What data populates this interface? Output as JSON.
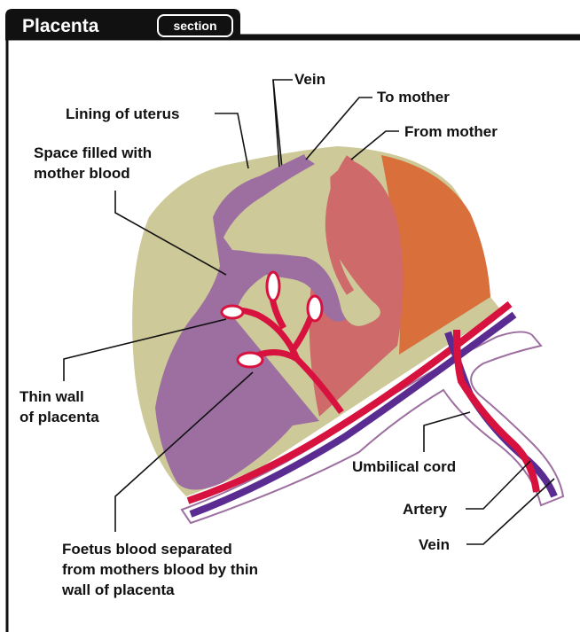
{
  "header": {
    "title": "Placenta",
    "badge": "section"
  },
  "labels": {
    "vein_top": "Vein",
    "to_mother": "To mother",
    "from_mother": "From mother",
    "lining": "Lining of uterus",
    "space_line1": "Space filled with",
    "space_line2": "mother blood",
    "thin_wall_line1": "Thin wall",
    "thin_wall_line2": "of placenta",
    "umbilical_cord": "Umbilical cord",
    "artery": "Artery",
    "vein_bottom": "Vein",
    "foetus_line1": "Foetus blood separated",
    "foetus_line2": "from mothers blood by thin",
    "foetus_line3": "wall of placenta"
  },
  "colors": {
    "uterus_lining": "#cdc998",
    "mother_blood_space": "#9c6fa0",
    "maternal_vessel": "#cf6a6a",
    "maternal_vessel_dark": "#d96f3a",
    "artery": "#d8123e",
    "vein": "#5a2c91",
    "frame": "#111111"
  }
}
